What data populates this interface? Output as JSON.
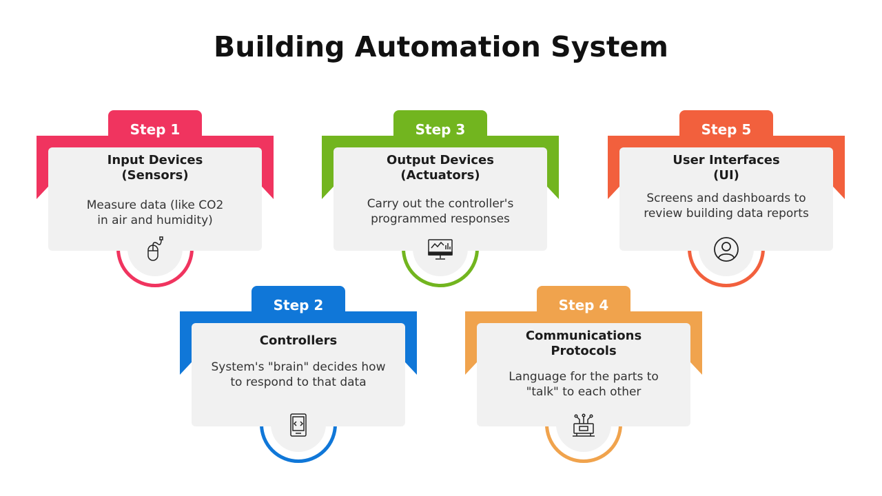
{
  "title": "Building Automation System",
  "accent_colors": {
    "step1": "#f0345f",
    "step2": "#1077d8",
    "step3": "#72b51f",
    "step4": "#f0a34d",
    "step5": "#f2603d"
  },
  "steps": [
    {
      "tab": "Step 1",
      "heading_line1": "Input Devices",
      "heading_line2": "(Sensors)",
      "desc_line1": "Measure data (like CO2",
      "desc_line2": "in air and humidity)",
      "icon": "mouse-icon"
    },
    {
      "tab": "Step 2",
      "heading_line1": "Controllers",
      "heading_line2": "",
      "desc_line1": "System's \"brain\" decides how",
      "desc_line2": "to respond to that data",
      "icon": "tablet-icon"
    },
    {
      "tab": "Step 3",
      "heading_line1": "Output Devices",
      "heading_line2": "(Actuators)",
      "desc_line1": "Carry out the controller's",
      "desc_line2": "programmed responses",
      "icon": "monitor-chart-icon"
    },
    {
      "tab": "Step 4",
      "heading_line1": "Communications",
      "heading_line2": "Protocols",
      "desc_line1": "Language for the parts to",
      "desc_line2": "\"talk\" to each other",
      "icon": "network-device-icon"
    },
    {
      "tab": "Step 5",
      "heading_line1": "User Interfaces",
      "heading_line2": "(UI)",
      "desc_line1": "Screens and dashboards to",
      "desc_line2": "review building data reports",
      "icon": "user-icon"
    }
  ]
}
